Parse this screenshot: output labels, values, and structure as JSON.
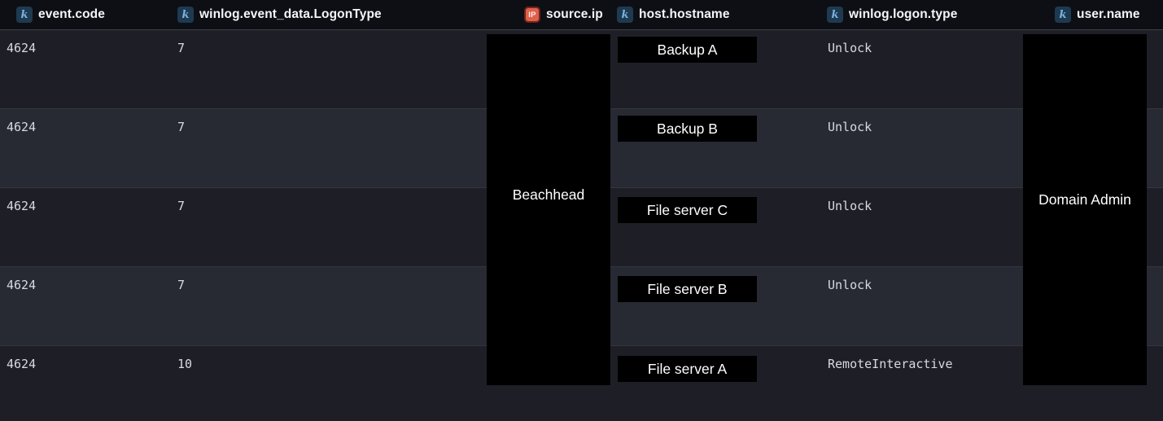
{
  "icons": {
    "keyword_glyph": "k",
    "ip_glyph": "IP"
  },
  "colors": {
    "header_bg": "#0d0f14",
    "row_odd": "#1e1f26",
    "row_even": "#272933",
    "keyword_badge_bg": "#1e3a50",
    "keyword_badge_text": "#7cb2e2",
    "ip_badge_bg": "#df604d",
    "ip_badge_border": "#6e2417",
    "cell_text": "#d7dae2",
    "header_text": "#f4f6fa",
    "redaction_bg": "#000000",
    "redaction_text": "#ffffff"
  },
  "columns": [
    {
      "label": "event.code",
      "type": "keyword"
    },
    {
      "label": "winlog.event_data.LogonType",
      "type": "keyword"
    },
    {
      "label": "source.ip",
      "type": "ip"
    },
    {
      "label": "host.hostname",
      "type": "keyword"
    },
    {
      "label": "winlog.logon.type",
      "type": "keyword"
    },
    {
      "label": "user.name",
      "type": "keyword"
    }
  ],
  "rows": [
    {
      "event_code": "4624",
      "logon_type_code": "7",
      "host_label": "Backup A",
      "logon_type": "Unlock"
    },
    {
      "event_code": "4624",
      "logon_type_code": "7",
      "host_label": "Backup B",
      "logon_type": "Unlock"
    },
    {
      "event_code": "4624",
      "logon_type_code": "7",
      "host_label": "File server C",
      "logon_type": "Unlock"
    },
    {
      "event_code": "4624",
      "logon_type_code": "7",
      "host_label": "File server B",
      "logon_type": "Unlock"
    },
    {
      "event_code": "4624",
      "logon_type_code": "10",
      "host_label": "File server A",
      "logon_type": "RemoteInteractive"
    }
  ],
  "redactions": {
    "source_ip_label": "Beachhead",
    "user_name_label": "Domain Admin"
  }
}
